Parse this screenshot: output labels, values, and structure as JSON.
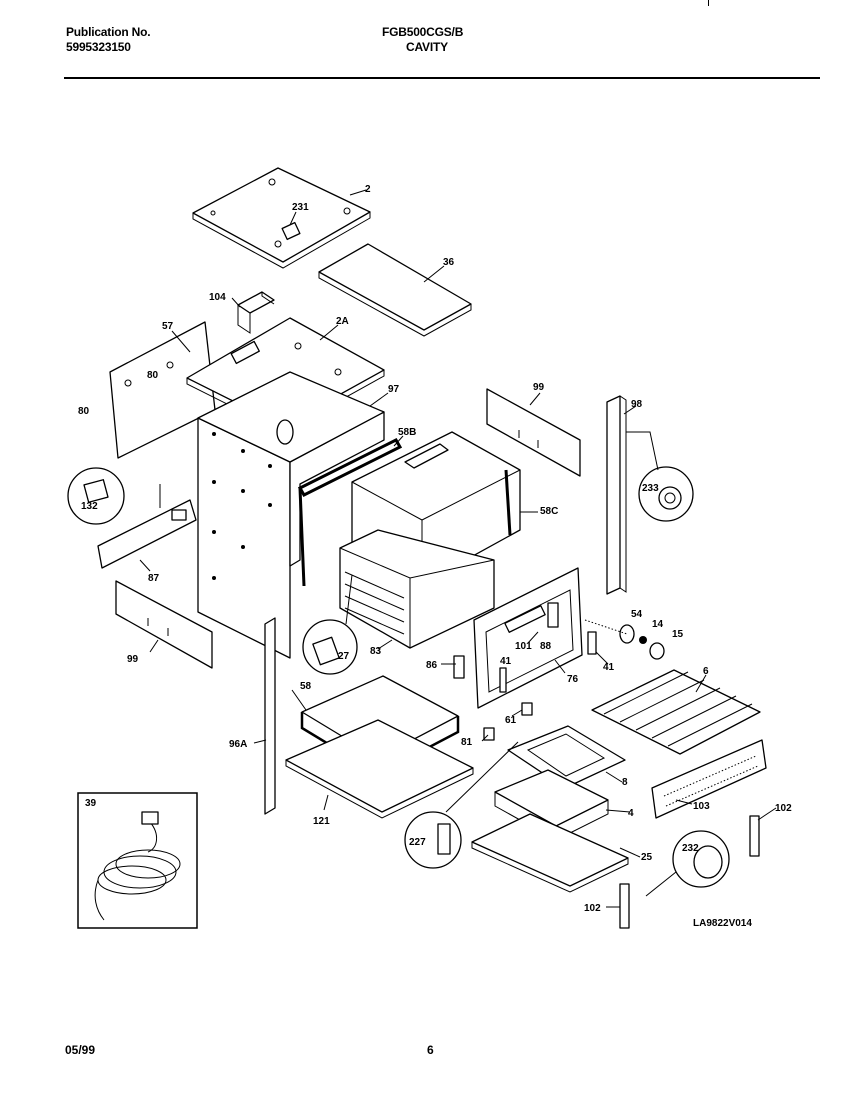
{
  "header": {
    "publication_label": "Publication No.",
    "publication_number": "5995323150",
    "model": "FGB500CGS/B",
    "section": "CAVITY"
  },
  "footer": {
    "date": "05/99",
    "page": "6"
  },
  "diagram": {
    "drawing_number": "LA9822V014",
    "callouts": [
      "2",
      "231",
      "36",
      "104",
      "57",
      "2A",
      "80",
      "80",
      "97",
      "99",
      "98",
      "58B",
      "132",
      "58C",
      "233",
      "87",
      "27",
      "83",
      "54",
      "14",
      "15",
      "99",
      "88",
      "101",
      "41",
      "41",
      "86",
      "76",
      "6",
      "58",
      "96A",
      "61",
      "81",
      "8",
      "4",
      "103",
      "102",
      "39",
      "121",
      "227",
      "232",
      "25",
      "102"
    ]
  }
}
